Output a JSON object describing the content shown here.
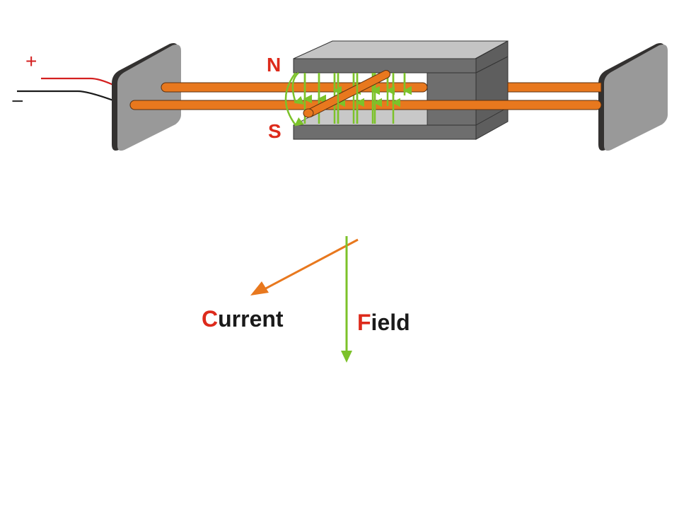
{
  "diagram": {
    "title": "Rail gun / current-carrying rod in magnetic field",
    "terminals": {
      "positive_label": "+",
      "negative_label": "−"
    },
    "poles": {
      "north_label": "N",
      "south_label": "S"
    },
    "vectors": {
      "current": {
        "initial": "C",
        "rest": "urrent"
      },
      "field": {
        "initial": "F",
        "rest": "ield"
      }
    },
    "colors": {
      "rail": "#e8781e",
      "rail_outline": "#5a3010",
      "field_line": "#7cc22a",
      "pole_label": "#dd2a1b",
      "label_dark": "#1a1a1a",
      "plate_face": "#999999",
      "plate_edge": "#333130",
      "magnet_top": "#c4c4c4",
      "magnet_front": "#6e6e6e",
      "magnet_side": "#5e5e5e",
      "wire_positive": "#d42020",
      "wire_negative": "#1a1a1a",
      "inner_light": "#c8c8c8"
    }
  }
}
